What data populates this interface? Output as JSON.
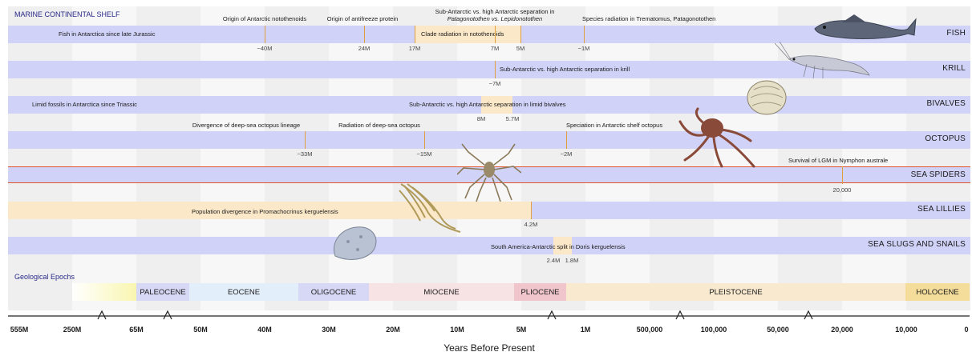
{
  "header": {
    "section_title": "MARINE CONTINENTAL SHELF",
    "epochs_title": "Geological Epochs"
  },
  "colors": {
    "band_blue": "#d0d2f7",
    "band_peach": "#fbe8c8",
    "tick_orange": "#e0a040",
    "sea_spider_border": "#e0552a"
  },
  "bands": [
    {
      "id": "fish",
      "label": "FISH",
      "events": [
        {
          "text": "Fish in Antarctica since late Jurassic"
        },
        {
          "text": "Origin of Antarctic notothenoids",
          "tick": "~40M"
        },
        {
          "text": "Origin of antifreeze protein",
          "tick": "24M"
        },
        {
          "text": "Clade radiation in notothenoids",
          "ticks": [
            "17M",
            "7M"
          ]
        },
        {
          "text_line1": "Sub-Antarctic vs. high Antarctic separation in",
          "text_line2": "Patagonotothen vs. Lepidonotothen",
          "tick": "5M"
        },
        {
          "text": "Species radiation in Trematomus, Patagonotothen",
          "tick": "~1M"
        }
      ]
    },
    {
      "id": "krill",
      "label": "KRILL",
      "events": [
        {
          "text": "Sub-Antarctic vs. high Antarctic separation in krill",
          "tick": "~7M"
        }
      ]
    },
    {
      "id": "bivalves",
      "label": "BIVALVES",
      "events": [
        {
          "text": "Limid fossils in Antarctica since Triassic"
        },
        {
          "text": "Sub-Antarctic vs. high Antarctic separation in limid bivalves",
          "ticks": [
            "8M",
            "5.7M"
          ]
        }
      ]
    },
    {
      "id": "octopus",
      "label": "OCTOPUS",
      "events": [
        {
          "text": "Divergence of deep-sea octopus lineage",
          "tick": "~33M"
        },
        {
          "text": "Radiation of deep-sea octopus",
          "tick": "~15M"
        },
        {
          "text": "Speciation in Antarctic shelf octopus",
          "tick": "~2M"
        }
      ]
    },
    {
      "id": "sea_spiders",
      "label": "SEA SPIDERS",
      "events": [
        {
          "text": "Survival of LGM in Nymphon australe",
          "tick": "20,000"
        }
      ]
    },
    {
      "id": "sea_lillies",
      "label": "SEA LILLIES",
      "events": [
        {
          "text": "Population divergence in Promachocrinus kerguelensis",
          "tick": "4.2M"
        }
      ]
    },
    {
      "id": "sea_slugs",
      "label": "SEA SLUGS AND SNAILS",
      "events": [
        {
          "text": "South America-Antarctic split in Doris kerguelensis",
          "ticks": [
            "2.4M",
            "1.8M"
          ]
        }
      ]
    }
  ],
  "epochs": [
    "PALEOCENE",
    "EOCENE",
    "OLIGOCENE",
    "MIOCENE",
    "PLIOCENE",
    "PLEISTOCENE",
    "HOLOCENE"
  ],
  "axis": {
    "ticks": [
      "555M",
      "250M",
      "65M",
      "50M",
      "40M",
      "30M",
      "20M",
      "10M",
      "5M",
      "1M",
      "500,000",
      "100,000",
      "50,000",
      "20,000",
      "10,000",
      "0"
    ],
    "title": "Years Before Present"
  }
}
